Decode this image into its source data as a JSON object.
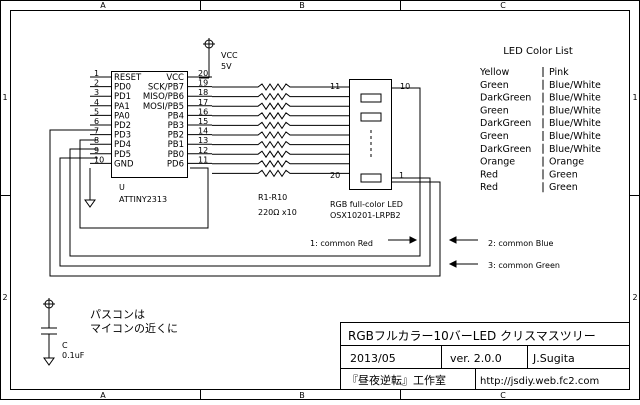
{
  "frame": {
    "top_letters": [
      "A",
      "B",
      "C"
    ],
    "bottom_letters": [
      "A",
      "B",
      "C"
    ],
    "left_numbers": [
      "1",
      "2"
    ],
    "right_numbers": [
      "1",
      "2"
    ]
  },
  "power": {
    "label": "VCC",
    "voltage": "5V"
  },
  "mcu": {
    "ref": "U",
    "part": "ATTINY2313",
    "pins": [
      {
        "num": "1",
        "name": "RESET"
      },
      {
        "num": "2",
        "name": "PD0"
      },
      {
        "num": "3",
        "name": "PD1"
      },
      {
        "num": "4",
        "name": "PA1"
      },
      {
        "num": "5",
        "name": "PA0"
      },
      {
        "num": "6",
        "name": "PD2"
      },
      {
        "num": "7",
        "name": "PD3"
      },
      {
        "num": "8",
        "name": "PD4"
      },
      {
        "num": "9",
        "name": "PD5"
      },
      {
        "num": "10",
        "name": "GND"
      },
      {
        "num": "20",
        "name": "VCC"
      },
      {
        "num": "19",
        "name": "SCK/PB7"
      },
      {
        "num": "18",
        "name": "MISO/PB6"
      },
      {
        "num": "17",
        "name": "MOSI/PB5"
      },
      {
        "num": "16",
        "name": "PB4"
      },
      {
        "num": "15",
        "name": "PB3"
      },
      {
        "num": "14",
        "name": "PB2"
      },
      {
        "num": "13",
        "name": "PB1"
      },
      {
        "num": "12",
        "name": "PB0"
      },
      {
        "num": "11",
        "name": "PD6"
      }
    ]
  },
  "resistors": {
    "ref": "R1-R10",
    "value": "220Ω x10"
  },
  "led": {
    "pin_11": "11",
    "pin_10": "10",
    "pin_20": "20",
    "pin_1": "1",
    "label1": "RGB full-color LED",
    "label2": "OSX10201-LRPB2"
  },
  "commons": {
    "red": "1: common Red",
    "blue": "2: common Blue",
    "green": "3: common Green"
  },
  "color_list": {
    "title": "LED Color List",
    "rows": [
      [
        "Yellow",
        "Pink"
      ],
      [
        "Green",
        "Blue/White"
      ],
      [
        "DarkGreen",
        "Blue/White"
      ],
      [
        "Green",
        "Blue/White"
      ],
      [
        "DarkGreen",
        "Blue/White"
      ],
      [
        "Green",
        "Blue/White"
      ],
      [
        "DarkGreen",
        "Blue/White"
      ],
      [
        "Orange",
        "Orange"
      ],
      [
        "Red",
        "Green"
      ],
      [
        "Red",
        "Green"
      ]
    ]
  },
  "capacitor": {
    "ref": "C",
    "value": "0.1uF"
  },
  "note": {
    "line1": "パスコンは",
    "line2": "マイコンの近くに"
  },
  "title_block": {
    "title": "RGBフルカラー10バーLED クリスマスツリー",
    "date": "2013/05",
    "version": "ver. 2.0.0",
    "author": "J.Sugita",
    "studio": "『昼夜逆転』工作室",
    "url": "http://jsdiy.web.fc2.com"
  }
}
